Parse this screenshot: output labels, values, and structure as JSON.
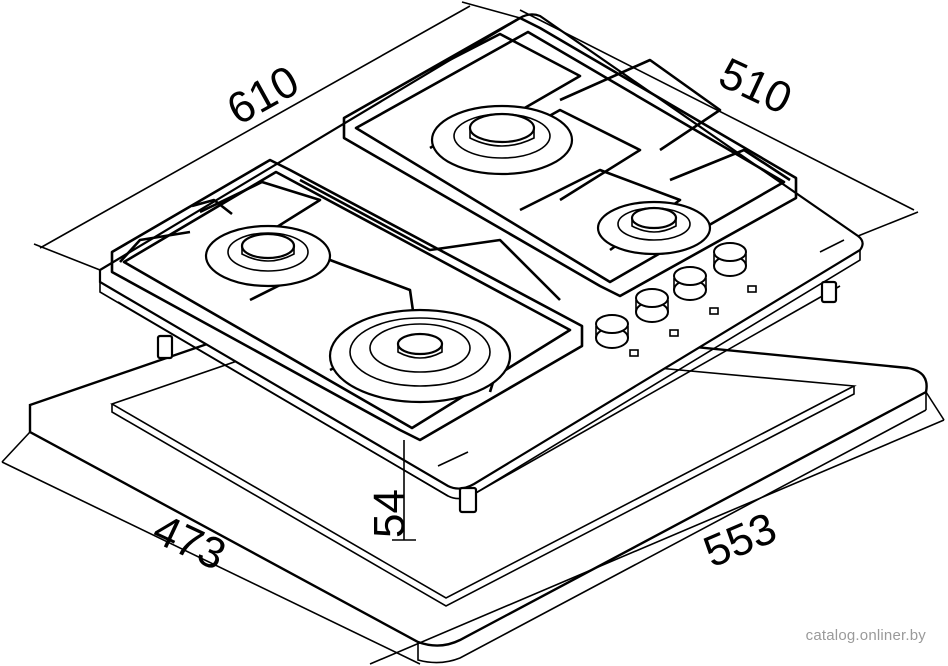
{
  "dimensions": {
    "depth_top": "610",
    "width_top": "510",
    "height": "54",
    "cutout_depth": "473",
    "cutout_width": "553"
  },
  "watermark": "catalog.onliner.by"
}
